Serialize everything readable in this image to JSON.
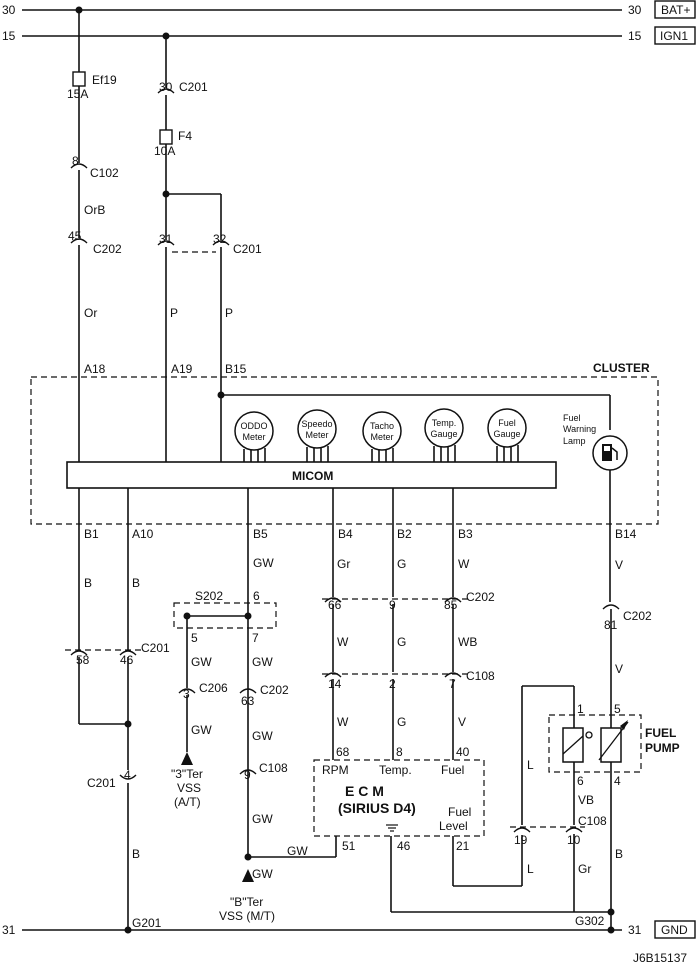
{
  "rails": {
    "bat_left": "30",
    "bat_right": "30",
    "bat_label": "BAT+",
    "ign_left": "15",
    "ign_right": "15",
    "ign_label": "IGN1",
    "gnd_left": "31",
    "gnd_right": "31",
    "gnd_label": "GND"
  },
  "fuses": {
    "ef19_name": "Ef19",
    "ef19_rating": "15A",
    "f4_name": "F4",
    "f4_rating": "10A"
  },
  "connectors": {
    "c201": "C201",
    "c102": "C102",
    "c202": "C202",
    "c108": "C108",
    "c206": "C206",
    "s202": "S202",
    "pin_30": "30",
    "pin_8": "8",
    "pin_45": "45",
    "pin_31": "31",
    "pin_32": "32",
    "pin_6_s202": "6",
    "pin_5_s202": "5",
    "pin_7_s202": "7",
    "pin_58": "58",
    "pin_46": "46",
    "pin_3": "3",
    "pin_63": "63",
    "pin_4": "4",
    "pin_9_c108": "9",
    "pin_66": "66",
    "pin_9_c202": "9",
    "pin_85": "85",
    "pin_81": "81",
    "pin_14": "14",
    "pin_2": "2",
    "pin_7_c108": "7",
    "pin_19": "19",
    "pin_10": "10"
  },
  "wire_colors": {
    "orb": "OrB",
    "or": "Or",
    "p1": "P",
    "p2": "P",
    "b1": "B",
    "b2": "B",
    "b3": "B",
    "b4": "B",
    "gw1": "GW",
    "gw2": "GW",
    "gw3": "GW",
    "gw4": "GW",
    "gw5": "GW",
    "gw6": "GW",
    "gw7": "GW",
    "gw8": "GW",
    "gr1": "Gr",
    "gr2": "Gr",
    "g1": "G",
    "g2": "G",
    "g3": "G",
    "w1": "W",
    "w2": "W",
    "w3": "W",
    "wb": "WB",
    "v1": "V",
    "v2": "V",
    "v3": "V",
    "l1": "L",
    "l2": "L",
    "vb": "VB"
  },
  "cluster": {
    "title": "CLUSTER",
    "pin_a18": "A18",
    "pin_a19": "A19",
    "pin_b15": "B15",
    "pin_b1": "B1",
    "pin_a10": "A10",
    "pin_b5": "B5",
    "pin_b4": "B4",
    "pin_b2": "B2",
    "pin_b3": "B3",
    "pin_b14": "B14",
    "micom": "MICOM",
    "meters": [
      {
        "line1": "ODDO",
        "line2": "Meter"
      },
      {
        "line1": "Speedo",
        "line2": "Meter"
      },
      {
        "line1": "Tacho",
        "line2": "Meter"
      },
      {
        "line1": "Temp.",
        "line2": "Gauge"
      },
      {
        "line1": "Fuel",
        "line2": "Gauge"
      }
    ],
    "lamp_line1": "Fuel",
    "lamp_line2": "Warning",
    "lamp_line3": "Lamp"
  },
  "ecm": {
    "title": "E C M",
    "subtitle": "(SIRIUS D4)",
    "rpm": "RPM",
    "temp": "Temp.",
    "fuel": "Fuel",
    "fuel_level_1": "Fuel",
    "fuel_level_2": "Level",
    "pin_68": "68",
    "pin_8": "8",
    "pin_40": "40",
    "pin_51": "51",
    "pin_46": "46",
    "pin_21": "21"
  },
  "fuel_pump": {
    "label1": "FUEL",
    "label2": "PUMP",
    "pin_1": "1",
    "pin_5": "5",
    "pin_6": "6",
    "pin_4": "4"
  },
  "vss_at": {
    "line1": "\"3\"Ter",
    "line2": "VSS",
    "line3": "(A/T)"
  },
  "vss_mt": {
    "line1": "\"B\"Ter",
    "line2": "VSS (M/T)"
  },
  "grounds": {
    "g201": "G201",
    "g302": "G302"
  },
  "figure_id": "J6B15137"
}
